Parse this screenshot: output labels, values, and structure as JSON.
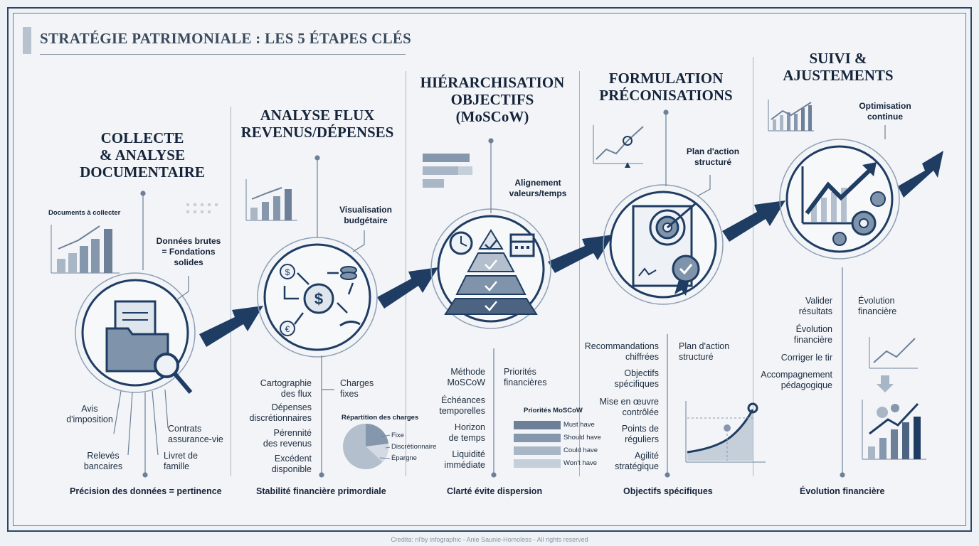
{
  "title": "STRATÉGIE PATRIMONIALE : LES 5 ÉTAPES CLÉS",
  "credit": "Credita: nl'by infographic - Anie Saunie-Homoless - All rights reserved",
  "steps": [
    {
      "heading": [
        "COLLECTE",
        "& ANALYSE",
        "DOCUMENTAIRE"
      ],
      "callout": "Documents à collecter",
      "note": [
        "Données brutes",
        "= Fondations",
        "solides"
      ],
      "items": [
        "Avis",
        "d'imposition",
        "Relevés",
        "bancaires",
        "Contrats",
        "assurance-vie",
        "Livret de",
        "famille"
      ],
      "footer": "Précision des données = pertinence"
    },
    {
      "heading": [
        "ANALYSE FLUX",
        "REVENUS/DÉPENSES"
      ],
      "note": [
        "Visualisation",
        "budgétaire"
      ],
      "items": [
        "Cartographie",
        "des flux",
        "Dépenses",
        "discrétionnaires",
        "Pérennité",
        "des revenus",
        "Excédent",
        "disponible",
        "Charges",
        "fixes"
      ],
      "pie_title": "Répartition des charges",
      "pie_labels": [
        "Fixe",
        "Discrétionnaire",
        "Épargne"
      ],
      "footer": "Stabilité financière primordiale"
    },
    {
      "heading": [
        "HIÉRARCHISATION",
        "OBJECTIFS",
        "(MoSCoW)"
      ],
      "note": [
        "Alignement",
        "valeurs/temps"
      ],
      "items": [
        "Méthode",
        "MoSCoW",
        "Échéances",
        "temporelles",
        "Horizon",
        "de temps",
        "Liquidité",
        "immédiate",
        "Priorités",
        "financières"
      ],
      "moscow_title": "Priorités MoSCoW",
      "moscow": [
        "Must have",
        "Should have",
        "Could have",
        "Won't have"
      ],
      "footer": "Clarté évite dispersion"
    },
    {
      "heading": [
        "FORMULATION",
        "PRÉCONISATIONS"
      ],
      "note": [
        "Plan d'action",
        "structuré"
      ],
      "items": [
        "Recommandations",
        "chiffrées",
        "Objectifs",
        "spécifiques",
        "Mise en œuvre",
        "contrôlée",
        "Points de",
        "réguliers",
        "Agilité",
        "stratégique",
        "Plan d'action",
        "structuré"
      ],
      "footer": "Objectifs spécifiques"
    },
    {
      "heading": [
        "SUIVI &",
        "AJUSTEMENTS"
      ],
      "note": [
        "Optimisation",
        "continue"
      ],
      "items": [
        "Valider",
        "résultats",
        "Évolution",
        "financière",
        "Corriger le tir",
        "Accompagnement",
        "pédagogique",
        "Évolution",
        "financière"
      ],
      "footer": "Évolution financière"
    }
  ],
  "colors": {
    "navy": "#1f3d63",
    "mid": "#4c6482",
    "light": "#9fb0c3",
    "bg": "#f2f4f7"
  }
}
